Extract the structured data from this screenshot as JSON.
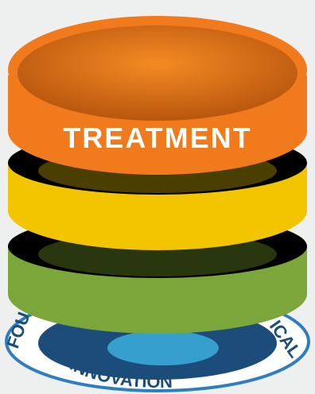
{
  "bands": [
    {
      "label": "TREATMENT",
      "color": "#f07a1c",
      "shade": "#c85a10"
    },
    {
      "label": "",
      "color": "#f2c500",
      "shade": "#b58f00"
    },
    {
      "label": "",
      "color": "#7aa63a",
      "shade": "#4f7520"
    }
  ],
  "seal": {
    "ring_color": "#2f7fc0",
    "inner_color": "#1c4d7a",
    "brain_color": "#3aa9d6",
    "text_left": "FOU",
    "text_right": "ICAL",
    "text_bottom": "INNOVATION"
  }
}
